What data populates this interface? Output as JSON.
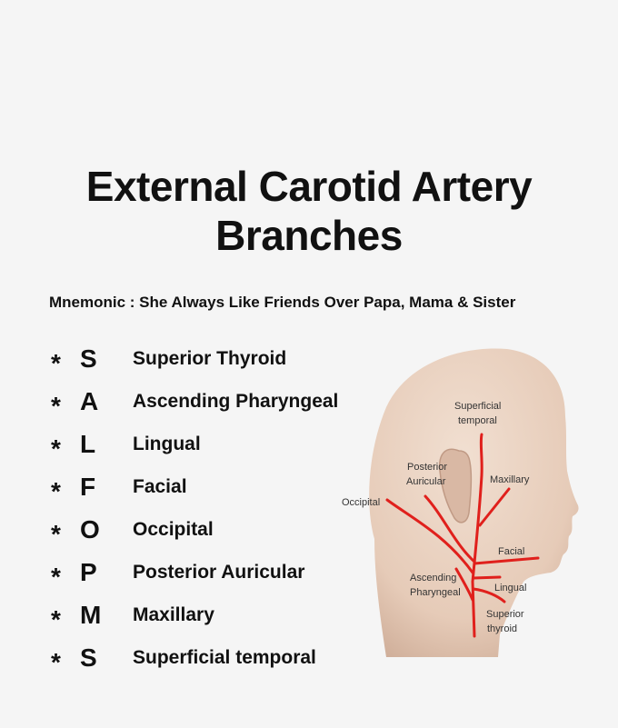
{
  "title": {
    "line1": "External Carotid Artery",
    "line2": "Branches"
  },
  "mnemonic": "Mnemonic : She Always Like Friends Over Papa, Mama & Sister",
  "items": [
    {
      "star": "*",
      "letter": "S",
      "name": "Superior Thyroid"
    },
    {
      "star": "*",
      "letter": "A",
      "name": "Ascending Pharyngeal"
    },
    {
      "star": "*",
      "letter": "L",
      "name": "Lingual"
    },
    {
      "star": "*",
      "letter": "F",
      "name": "Facial"
    },
    {
      "star": "*",
      "letter": "O",
      "name": "Occipital"
    },
    {
      "star": "*",
      "letter": "P",
      "name": "Posterior Auricular"
    },
    {
      "star": "*",
      "letter": "M",
      "name": "Maxillary"
    },
    {
      "star": "*",
      "letter": "S",
      "name": "Superficial temporal"
    }
  ],
  "diagram": {
    "labels": {
      "superficial_1": "Superficial",
      "superficial_2": "temporal",
      "posterior_1": "Posterior",
      "posterior_2": "Auricular",
      "maxillary": "Maxillary",
      "occipital": "Occipital",
      "facial": "Facial",
      "ascending_1": "Ascending",
      "ascending_2": "Pharyngeal",
      "lingual": "Lingual",
      "superior_1": "Superior",
      "superior_2": "thyroid"
    },
    "colors": {
      "skin": "#e9d2c2",
      "skin_shadow": "#c9a894",
      "artery": "#e0201c",
      "label": "#333333"
    }
  }
}
